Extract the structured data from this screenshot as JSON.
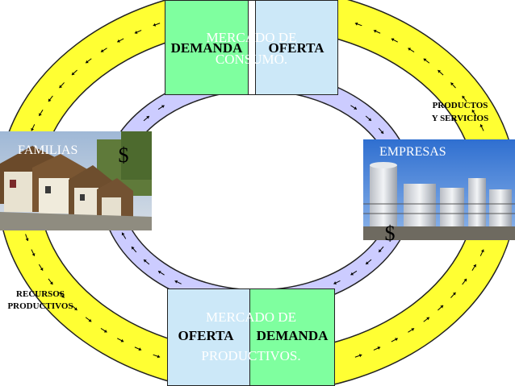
{
  "market_goods": {
    "title_line1": "MERCADO DE",
    "title_line2": "CONSUMO.",
    "left_label": "DEMANDA",
    "right_label": "OFERTA"
  },
  "market_factors": {
    "title_line1": "MERCADO DE",
    "title_line2": "PRODUCTIVOS.",
    "left_label": "OFERTA",
    "right_label": "DEMANDA"
  },
  "families": {
    "label": "FAMILIAS",
    "money": "$"
  },
  "firms": {
    "label": "EMPRESAS",
    "money": "$"
  },
  "products_label": {
    "line1": "PRODUCTOS",
    "line2": "Y SERVICIOS"
  },
  "resources_label": {
    "line1": "RECURSOS",
    "line2": "PRODUCTIVOS"
  },
  "colors": {
    "outer_ring": "#ffff33",
    "inner_ring": "#ccccff",
    "green_box": "#7fff9f",
    "blue_box": "#cce8f8",
    "arrow": "#000000"
  }
}
